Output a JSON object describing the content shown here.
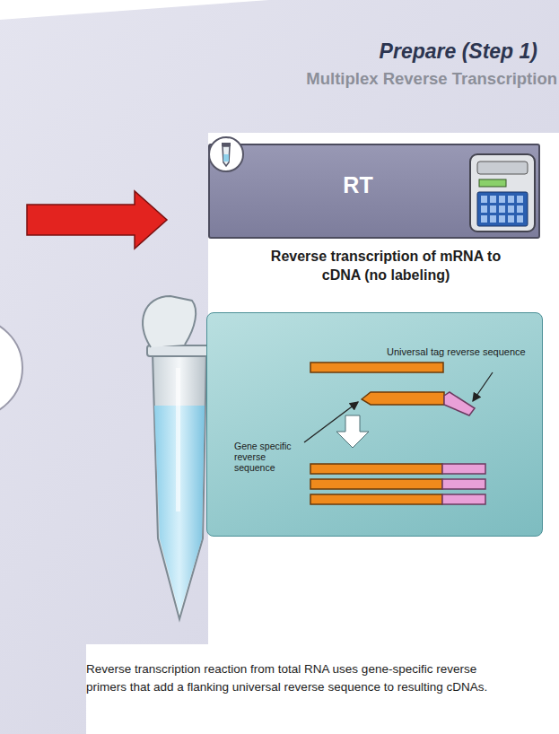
{
  "diagram": {
    "title": "Prepare (Step 1)",
    "caption": "Reverse transcription reaction from total RNA uses gene-specific reverse primers that add a flanking universal reverse sequence to resulting cDNAs.",
    "nodes": [
      {
        "text": [
          "RT"
        ]
      },
      {
        "text": [
          "Universal tag reverse sequence",
          "Gene specific reverse sequence"
        ]
      }
    ],
    "labels": [
      "Multiplex Reverse Transcription",
      "Reverse transcription of mRNA to cDNA (no labeling)"
    ]
  }
}
